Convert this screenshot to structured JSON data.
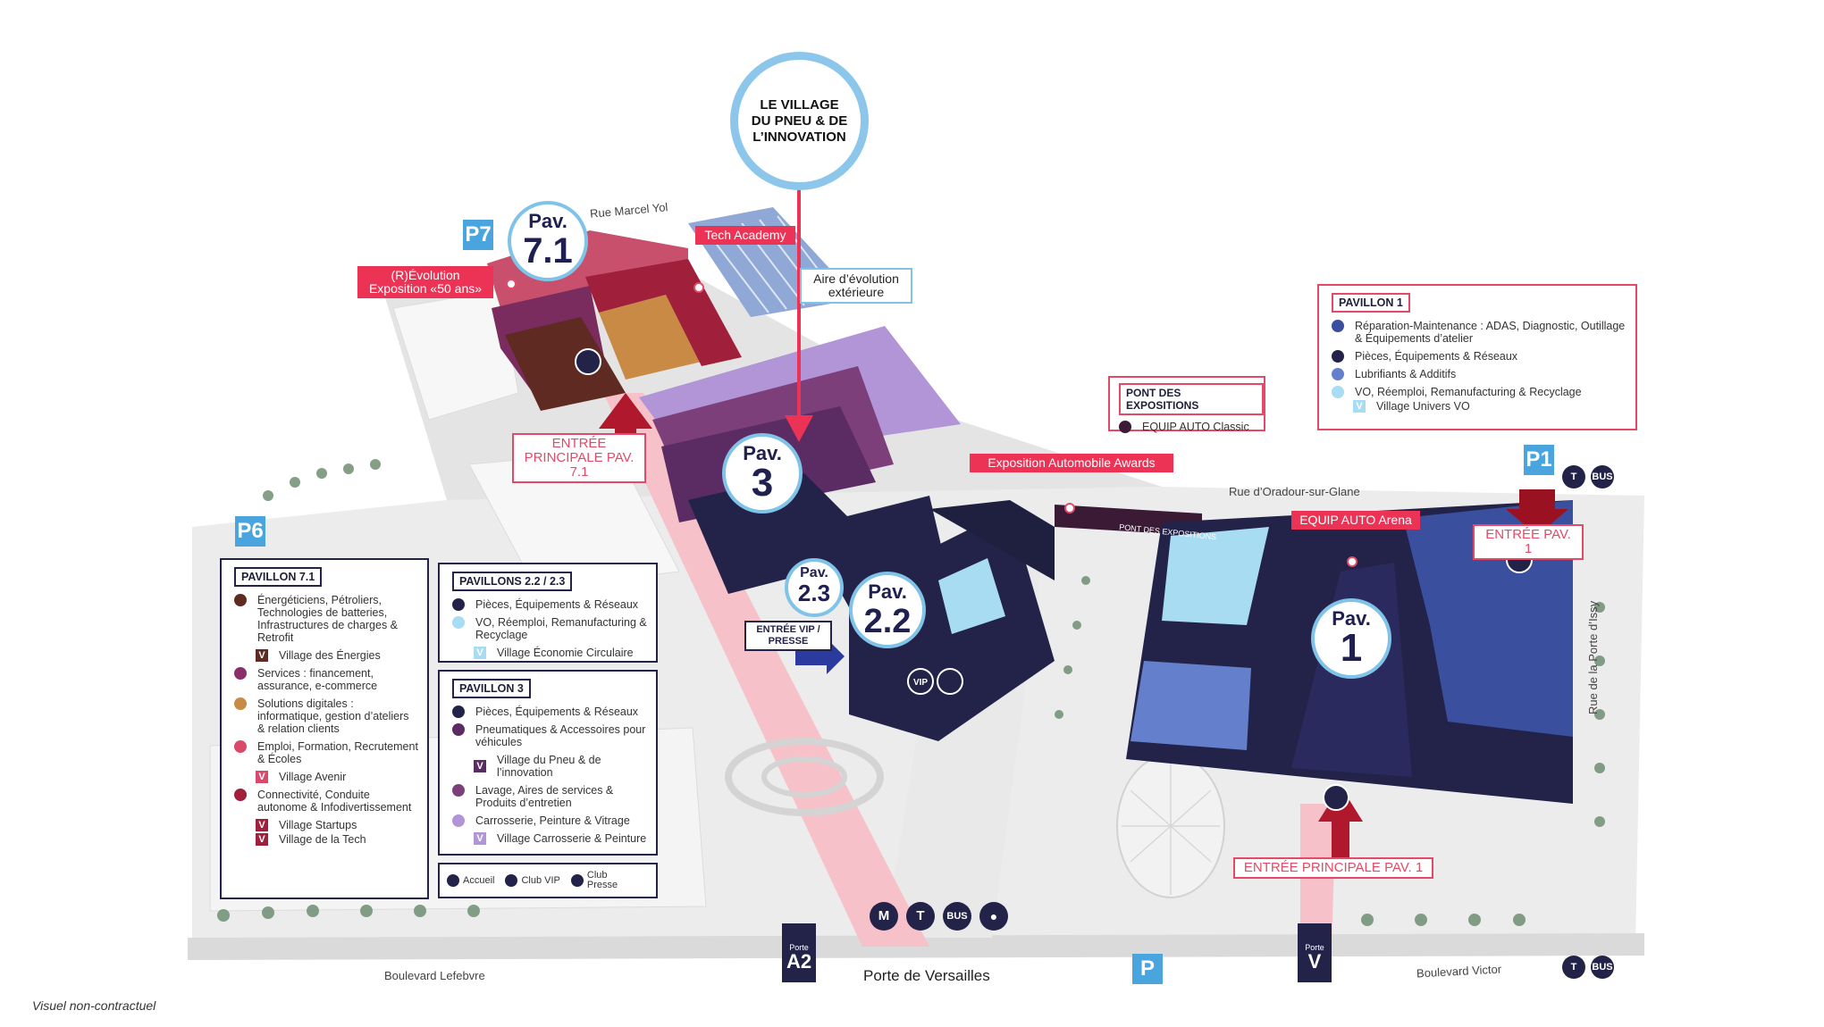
{
  "village_bubble": {
    "line1": "LE VILLAGE",
    "line2": "DU PNEU & DE",
    "line3": "L’INNOVATION"
  },
  "pavilions": {
    "p71": {
      "top": "Pav.",
      "num": "7.1"
    },
    "p3": {
      "top": "Pav.",
      "num": "3"
    },
    "p23": {
      "top": "Pav.",
      "num": "2.3"
    },
    "p22": {
      "top": "Pav.",
      "num": "2.2"
    },
    "p1": {
      "top": "Pav.",
      "num": "1"
    }
  },
  "tags": {
    "tech_academy": "Tech Academy",
    "evolution": "(R)Évolution Exposition «50 ans»",
    "aire": "Aire d’évolution extérieure",
    "entree_71": "ENTRÉE PRINCIPALE PAV. 7.1",
    "expo_awards": "Exposition Automobile Awards",
    "equip_arena": "EQUIP AUTO Arena",
    "entree_pav1": "ENTRÉE PAV. 1",
    "entree_principale_pav1": "ENTRÉE PRINCIPALE PAV. 1",
    "entree_vip": "ENTRÉE VIP / PRESSE",
    "pont_bridge": "PONT DES EXPOSITIONS"
  },
  "streets": {
    "marcel_yol": "Rue Marcel Yol",
    "oradour": "Rue d’Oradour-sur-Glane",
    "porte_issy": "Rue de la Porte d’Issy",
    "lefebvre": "Boulevard Lefebvre",
    "porte_versailles": "Porte de Versailles",
    "victor": "Boulevard Victor"
  },
  "parkings": {
    "p7": "P7",
    "p6": "P6",
    "p1": "P1",
    "p": "P"
  },
  "transport": {
    "metro": "M",
    "tram": "T",
    "bus": "BUS"
  },
  "doors": {
    "a2_label": "Porte",
    "a2": "A2",
    "v_label": "Porte",
    "v": "V"
  },
  "caption": "Visuel non-contractuel",
  "legend_pav71": {
    "title": "PAVILLON 7.1",
    "items": [
      {
        "text": "Énergéticiens, Pétroliers, Technologies de batteries, Infrastructures de charges & Retrofit",
        "color": "#5e2a22",
        "village": "Village des Énergies",
        "vcolor": "#5e2a22"
      },
      {
        "text": "Services : financement, assurance, e-commerce",
        "color": "#8a2f6b",
        "village": "",
        "vcolor": ""
      },
      {
        "text": "Solutions digitales : informatique, gestion d’ateliers & relation clients",
        "color": "#c98a45",
        "village": "",
        "vcolor": ""
      },
      {
        "text": "Emploi, Formation, Recrutement & Écoles",
        "color": "#d94a6a",
        "village": "Village Avenir",
        "vcolor": "#d94a6a"
      },
      {
        "text": "Connectivité, Conduite autonome & Infodivertissement",
        "color": "#a01f3a",
        "village": "Village Startups",
        "vcolor": "#a01f3a"
      }
    ],
    "extra_village": "Village de la Tech"
  },
  "legend_pav22": {
    "title": "PAVILLONS 2.2 / 2.3",
    "items": [
      {
        "text": "Pièces, Équipements & Réseaux",
        "color": "#23234a"
      },
      {
        "text": "VO, Réemploi, Remanufacturing & Recyclage",
        "color": "#a8dcf2"
      }
    ],
    "village": "Village Économie Circulaire"
  },
  "legend_pav3": {
    "title": "PAVILLON 3",
    "items": [
      {
        "text": "Pièces, Équipements & Réseaux",
        "color": "#23234a"
      },
      {
        "text": "Pneumatiques & Accessoires pour véhicules",
        "color": "#5a2c63"
      },
      {
        "text": "Lavage, Aires de services & Produits d’entretien",
        "color": "#7d3f7a"
      },
      {
        "text": "Carrosserie, Peinture & Vitrage",
        "color": "#b195d6"
      }
    ],
    "village_pneu": "Village du Pneu & de l’innovation",
    "village_carrosserie": "Village Carrosserie & Peinture"
  },
  "legend_icons": {
    "accueil": "Accueil",
    "club_vip": "Club VIP",
    "club_presse": "Club Presse",
    "vip": "VIP"
  },
  "legend_pont": {
    "title": "PONT DES EXPOSITIONS",
    "item": "EQUIP AUTO Classic",
    "color": "#3a1a35"
  },
  "legend_pav1": {
    "title": "PAVILLON 1",
    "items": [
      {
        "text": "Réparation-Maintenance : ADAS, Diagnostic, Outillage & Équipements d’atelier",
        "color": "#3a4f9e"
      },
      {
        "text": "Pièces, Équipements & Réseaux",
        "color": "#23234a"
      },
      {
        "text": "Lubrifiants & Additifs",
        "color": "#6480cc"
      },
      {
        "text": "VO, Réemploi, Remanufacturing & Recyclage",
        "color": "#a8dcf2"
      }
    ],
    "village": "Village Univers VO"
  }
}
